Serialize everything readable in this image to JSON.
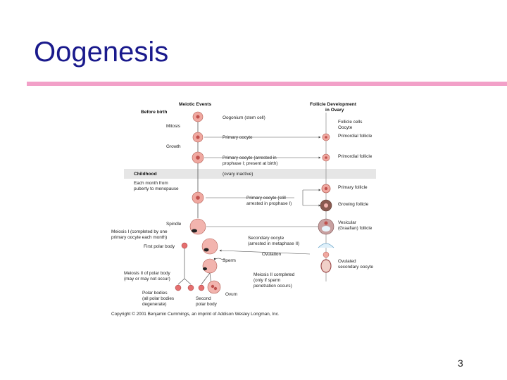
{
  "slide": {
    "title": "Oogenesis",
    "page_number": "3"
  },
  "figure": {
    "header_meiotic": "Meiotic Events",
    "header_follicle_1": "Follicle Development",
    "header_follicle_2": "in Ovary",
    "before_birth": "Before birth",
    "mitosis": "Mitosis",
    "growth": "Growth",
    "childhood": "Childhood",
    "ovary_inactive": "(ovary inactive)",
    "each_month_1": "Each month from",
    "each_month_2": "puberty to menopause",
    "spindle": "Spindle",
    "meiosis_i_1": "Meiosis I (completed by one",
    "meiosis_i_2": "primary oocyte each month)",
    "first_polar_body": "First polar body",
    "meiosis_ii_polar_1": "Meiosis II of polar body",
    "meiosis_ii_polar_2": "(may or may not occur)",
    "polar_bodies_1": "Polar bodies",
    "polar_bodies_2": "(all polar bodies",
    "polar_bodies_3": "degenerate)",
    "oogonium": "Oogonium (stem cell)",
    "primary_oocyte": "Primary oocyte",
    "primary_oocyte_arrested_1": "Primary oocyte (arrested in",
    "primary_oocyte_arrested_2": "prophase I; present at birth)",
    "primary_oocyte_still_1": "Primary oocyte (still",
    "primary_oocyte_still_2": "arrested in prophase I)",
    "secondary_oocyte_1": "Secondary oocyte",
    "secondary_oocyte_2": "(arrested in metaphase II)",
    "ovulation": "Ovulation",
    "sperm": "Sperm",
    "meiosis_ii_completed_1": "Meiosis II completed",
    "meiosis_ii_completed_2": "(only if sperm",
    "meiosis_ii_completed_3": "penetration occurs)",
    "ovum": "Ovum",
    "second_polar_body_1": "Second",
    "second_polar_body_2": "polar body",
    "follicle_cells": "Follicle cells",
    "oocyte": "Oocyte",
    "primordial_follicle_1": "Primordial follicle",
    "primordial_follicle_2": "Primordial follicle",
    "primary_follicle": "Primary follicle",
    "growing_follicle": "Growing follicle",
    "vesicular_1": "Vesicular",
    "vesicular_2": "(Graafian) follicle",
    "ovulated_1": "Ovulated",
    "ovulated_2": "secondary oocyte",
    "copyright": "Copyright © 2001 Benjamin Cummings, an imprint of Addison Wesley Longman, Inc."
  },
  "colors": {
    "title": "#1a1a8c",
    "rule": "#f2a0c8",
    "cell_fill": "#f0a8a0",
    "nucleus": "#c0504d",
    "band": "#e6e6e6"
  }
}
